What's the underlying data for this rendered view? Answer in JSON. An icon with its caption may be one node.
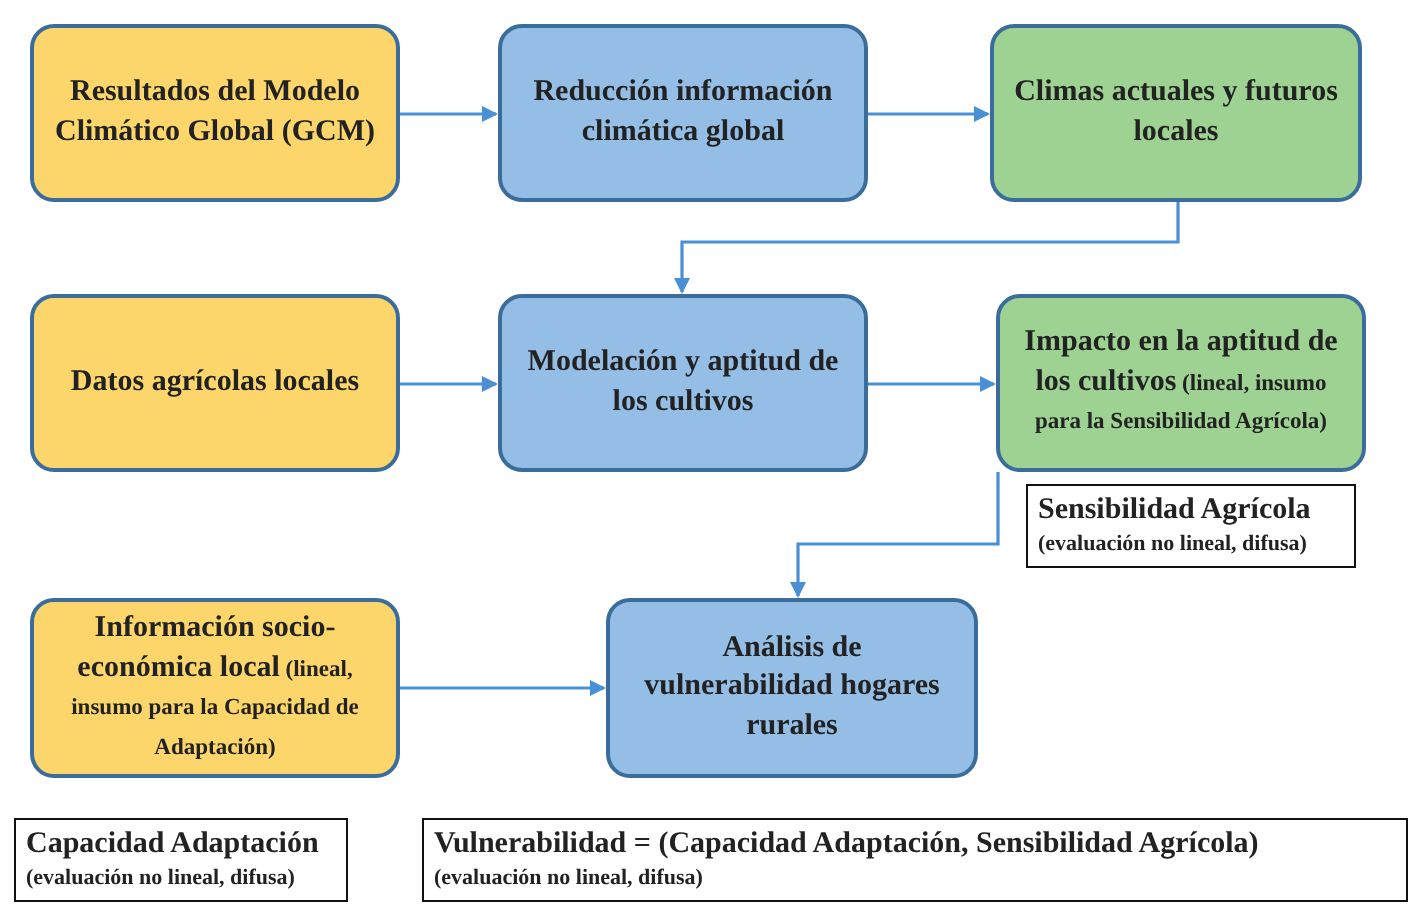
{
  "diagram": {
    "nodes": [
      {
        "text": [
          "Resultados del Modelo Climático Global (GCM)"
        ]
      },
      {
        "text": [
          "Reducción  información climática global"
        ]
      },
      {
        "text": [
          "Climas  actuales y futuros locales"
        ]
      },
      {
        "text": [
          "Datos agrícolas locales"
        ]
      },
      {
        "text": [
          "Modelación y aptitud de los cultivos"
        ]
      },
      {
        "text": [
          "Impacto en la aptitud de los cultivos",
          "(lineal, insumo para la Sensibilidad Agrícola)"
        ]
      },
      {
        "text": [
          "Sensibilidad Agrícola",
          "(evaluación no lineal, difusa)"
        ]
      },
      {
        "text": [
          "Información socio-económica local",
          "(lineal, insumo para la Capacidad de Adaptación)"
        ]
      },
      {
        "text": [
          "Análisis de vulnerabilidad hogares rurales"
        ]
      },
      {
        "text": [
          "Capacidad Adaptación",
          "(evaluación no lineal, difusa)"
        ]
      },
      {
        "text": [
          "Vulnerabilidad = (Capacidad Adaptación, Sensibilidad Agrícola)",
          "(evaluación no lineal, difusa)"
        ]
      }
    ],
    "edges": [
      {
        "from": 0,
        "to": 1,
        "arrow": "to"
      },
      {
        "from": 1,
        "to": 2,
        "arrow": "to"
      },
      {
        "from": 2,
        "to": 4,
        "arrow": "to"
      },
      {
        "from": 3,
        "to": 4,
        "arrow": "to"
      },
      {
        "from": 4,
        "to": 5,
        "arrow": "to"
      },
      {
        "from": 5,
        "to": 8,
        "arrow": "to"
      },
      {
        "from": 7,
        "to": 8,
        "arrow": "to"
      }
    ]
  }
}
